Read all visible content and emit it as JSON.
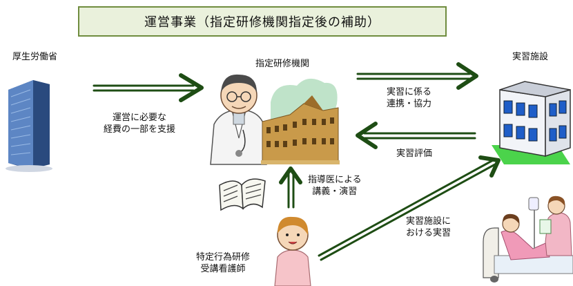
{
  "title": "運営事業（指定研修機関指定後の補助）",
  "nodes": {
    "ministry": "厚生労働省",
    "institution": "指定研修機関",
    "facility": "実習施設",
    "nurse_line1": "特定行為研修",
    "nurse_line2": "受講看護師"
  },
  "edges": {
    "funding_line1": "運営に必要な",
    "funding_line2": "経費の一部を支援",
    "cooperation_line1": "実習に係る",
    "cooperation_line2": "連携・協力",
    "evaluation": "実習評価",
    "lecture_line1": "指導医による",
    "lecture_line2": "講義・演習",
    "practice_line1": "実習施設に",
    "practice_line2": "おける実習"
  },
  "colors": {
    "arrow": "#1e4d14",
    "title_bg": "#eaf1dc",
    "title_border": "#6f8c3e"
  }
}
